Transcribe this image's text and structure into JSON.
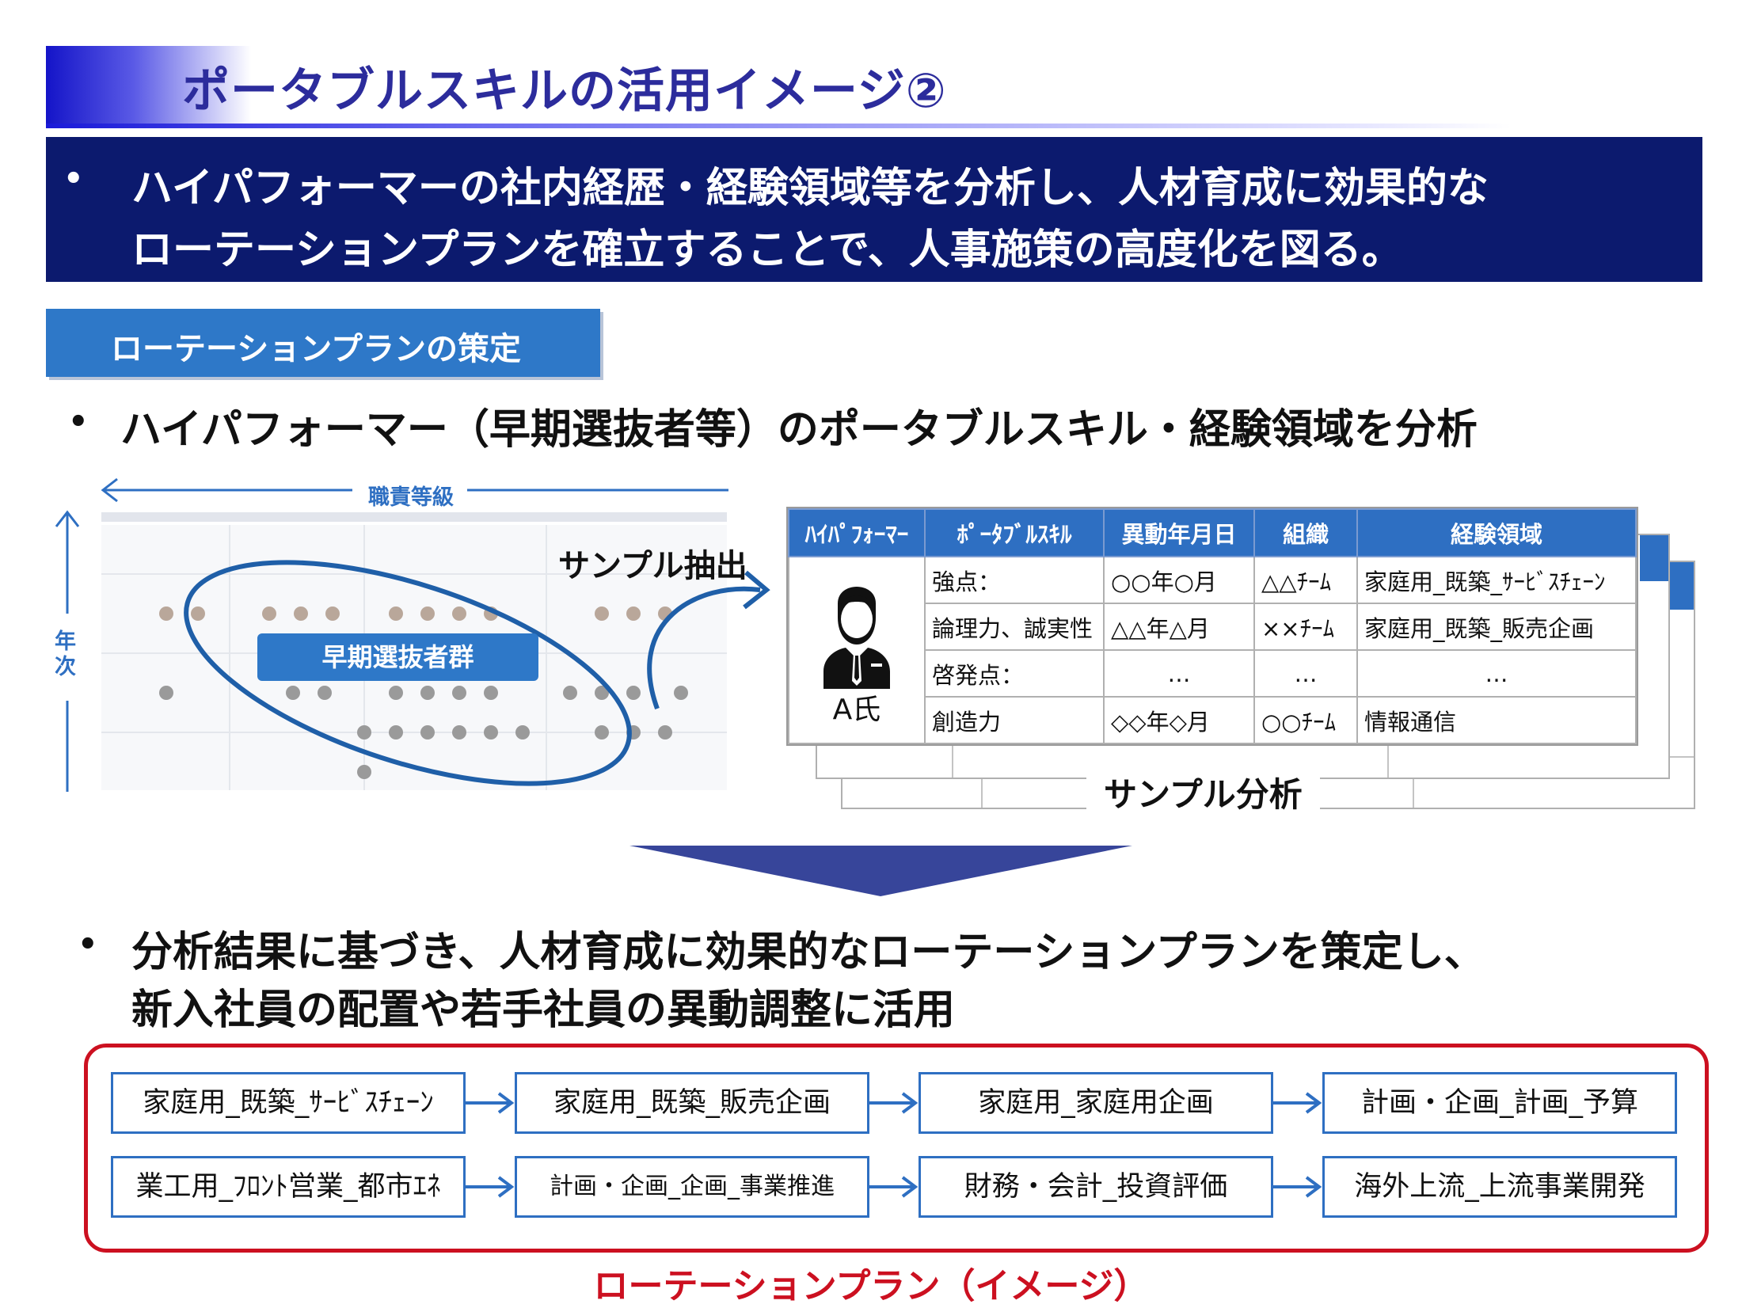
{
  "title": "ポータブルスキルの活用イメージ②",
  "summary": {
    "bullet": "•",
    "line1": "ハイパフォーマーの社内経歴・経験領域等を分析し、人材育成に効果的な",
    "line2": "ローテーションプランを確立することで、人事施策の高度化を図る。"
  },
  "section_label": "ローテーションプランの策定",
  "analysis_bullet": "ハイパフォーマー（早期選抜者等）のポータブルスキル・経験領域を分析",
  "diagram": {
    "x_axis_label": "職責等級",
    "y_axis_label": "年次",
    "group_label": "早期選抜者群",
    "extract_label": "サンプル抽出",
    "analysis_label": "サンプル分析"
  },
  "sample_table": {
    "headers": [
      "ﾊｲﾊﾟﾌｫｰﾏｰ",
      "ﾎﾟｰﾀﾌﾞﾙｽｷﾙ",
      "異動年月日",
      "組織",
      "経験領域"
    ],
    "person_name": "A氏",
    "rows": [
      [
        "強点：",
        "○○年○月",
        "△△ﾁｰﾑ",
        "家庭用_既築_ｻｰﾋﾞｽﾁｪｰﾝ"
      ],
      [
        "論理力、誠実性",
        "△△年△月",
        "××ﾁｰﾑ",
        "家庭用_既築_販売企画"
      ],
      [
        "啓発点：",
        "…",
        "…",
        "…"
      ],
      [
        "創造力",
        "◇◇年◇月",
        "○○ﾁｰﾑ",
        "情報通信"
      ]
    ]
  },
  "result_bullet": {
    "line1": "分析結果に基づき、人材育成に効果的なローテーションプランを策定し、",
    "line2": "新入社員の配置や若手社員の異動調整に活用"
  },
  "rotation_plan": {
    "row1": [
      "家庭用_既築_ｻｰﾋﾞｽﾁｪｰﾝ",
      "家庭用_既築_販売企画",
      "家庭用_家庭用企画",
      "計画・企画_計画_予算"
    ],
    "row2": [
      "業工用_ﾌﾛﾝﾄ営業_都市ｴﾈ",
      "計画・企画_企画_事業推進",
      "財務・会計_投資評価",
      "海外上流_上流事業開発"
    ],
    "caption": "ローテーションプラン（イメージ）"
  },
  "colors": {
    "navy": "#0c1a6e",
    "accent_blue": "#2e6fc2",
    "title_text": "#2c2c9c",
    "plan_red": "#cc1020"
  }
}
